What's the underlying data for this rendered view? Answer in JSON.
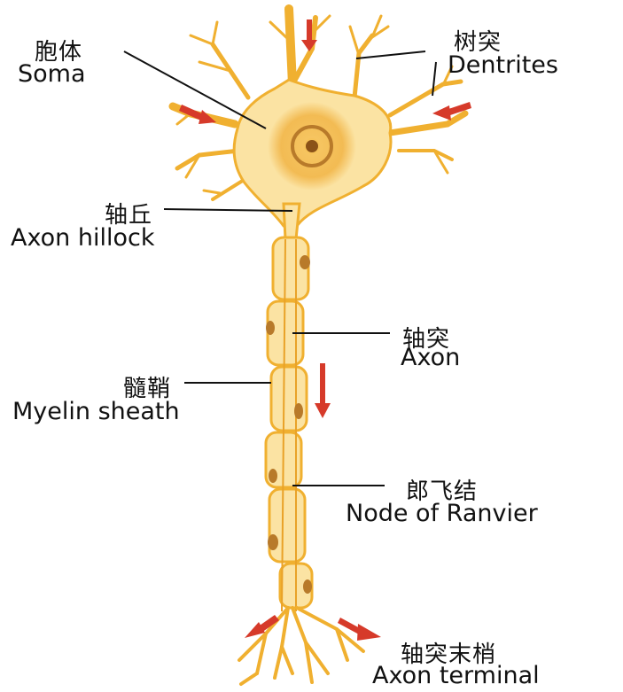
{
  "labels": {
    "soma": {
      "zh": "胞体",
      "en": "Soma"
    },
    "dendrites": {
      "zh": "树突",
      "en": "Dentrites"
    },
    "axon_hillock": {
      "zh": "轴丘",
      "en": "Axon hillock"
    },
    "axon": {
      "zh": "轴突",
      "en": "Axon"
    },
    "myelin_sheath": {
      "zh": "髓鞘",
      "en": "Myelin sheath"
    },
    "node_of_ranvier": {
      "zh": "郎飞结",
      "en": "Node of Ranvier"
    },
    "axon_terminal": {
      "zh": "轴突末梢",
      "en": "Axon terminal"
    }
  },
  "colors": {
    "cell_fill": "#fbe3a3",
    "cell_outline": "#f0b030",
    "nucleus": "#b87a2a",
    "soma_speckle": "#e8a020",
    "signal_arrow": "#d63a2a",
    "leader_line": "#111111"
  }
}
